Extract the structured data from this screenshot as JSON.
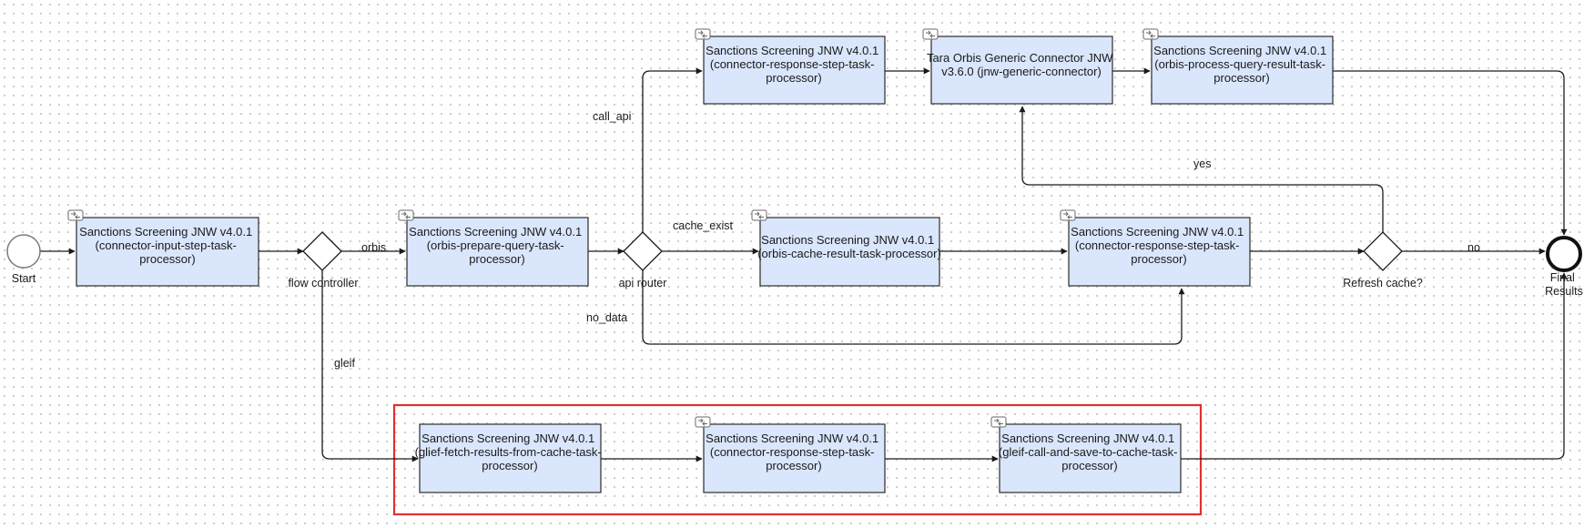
{
  "colors": {
    "task_fill": "#dae6fc",
    "highlight_border": "#e03030",
    "line": "#1a1a1a"
  },
  "events": {
    "start": {
      "label": "Start"
    },
    "end": {
      "label_lines": [
        "Final",
        "Results"
      ]
    }
  },
  "gateways": {
    "flow_controller": {
      "label": "flow controller"
    },
    "api_router": {
      "label": "api router"
    },
    "refresh_cache": {
      "label": "Refresh cache?"
    }
  },
  "edge_labels": {
    "orbis": "orbis",
    "gleif": "gleif",
    "call_api": "call_api",
    "cache_exist": "cache_exist",
    "no_data": "no_data",
    "yes": "yes",
    "no": "no"
  },
  "tasks": [
    {
      "id": "input",
      "icon": "service-task-icon",
      "lines": [
        "Sanctions Screening JNW v4.0.1",
        "(connector-input-step-task-",
        "processor)"
      ]
    },
    {
      "id": "prepare",
      "icon": "service-task-icon",
      "lines": [
        "Sanctions Screening JNW v4.0.1",
        "(orbis-prepare-query-task-",
        "processor)"
      ]
    },
    {
      "id": "resp_top",
      "icon": "service-task-icon",
      "lines": [
        "Sanctions Screening JNW v4.0.1",
        "(connector-response-step-task-",
        "processor)"
      ]
    },
    {
      "id": "tara",
      "icon": "service-task-icon",
      "lines": [
        "Tara Orbis Generic Connector JNW",
        "v3.6.0 (jnw-generic-connector)"
      ]
    },
    {
      "id": "process",
      "icon": "service-task-icon",
      "lines": [
        "Sanctions Screening JNW v4.0.1",
        "(orbis-process-query-result-task-",
        "processor)"
      ]
    },
    {
      "id": "cache_result",
      "icon": "service-task-icon",
      "lines": [
        "Sanctions Screening JNW v4.0.1",
        "(orbis-cache-result-task-processor)"
      ]
    },
    {
      "id": "resp_mid",
      "icon": "service-task-icon",
      "lines": [
        "Sanctions Screening JNW v4.0.1",
        "(connector-response-step-task-",
        "processor)"
      ]
    },
    {
      "id": "glief_fetch",
      "icon": "",
      "lines": [
        "Sanctions Screening JNW v4.0.1",
        "(glief-fetch-results-from-cache-task-",
        "processor)"
      ]
    },
    {
      "id": "resp_bottom",
      "icon": "service-task-icon",
      "lines": [
        "Sanctions Screening JNW v4.0.1",
        "(connector-response-step-task-",
        "processor)"
      ]
    },
    {
      "id": "gleif_call",
      "icon": "service-task-icon",
      "lines": [
        "Sanctions Screening JNW v4.0.1",
        "(gleif-call-and-save-to-cache-task-",
        "processor)"
      ]
    }
  ]
}
